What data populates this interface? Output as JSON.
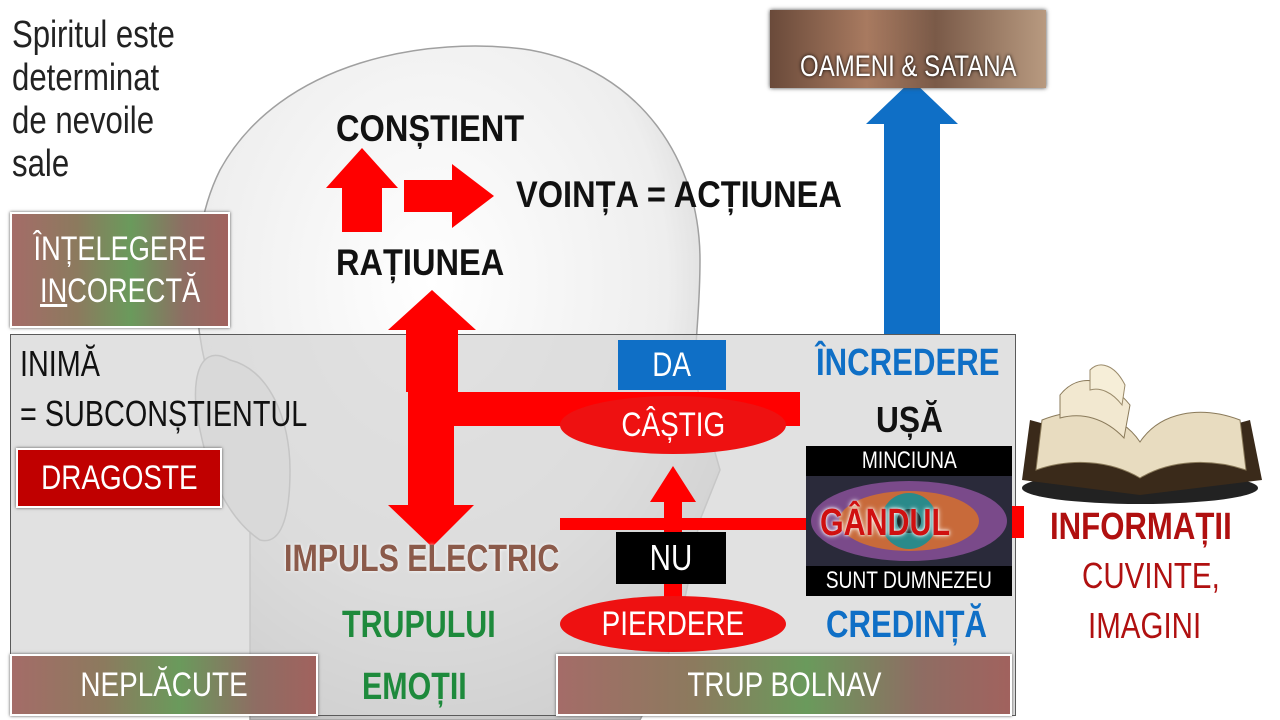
{
  "intro_text": [
    "Spiritul este",
    "determinat",
    "de nevoile",
    "sale"
  ],
  "box_intelegere": {
    "line1": "ÎNȚELEGERE",
    "line2_underlined": "IN",
    "line2_rest": "CORECTĂ"
  },
  "constient": "CONȘTIENT",
  "vointa": "VOINȚA  = ACȚIUNEA",
  "ratiunea": "RAȚIUNEA",
  "top_box": "OAMENI & SATANA",
  "inima": "INIMĂ",
  "subconstientul": "= SUBCONȘTIENTUL",
  "dragoste": "DRAGOSTE",
  "da": "DA",
  "castig": "CÂȘTIG",
  "incredere": "ÎNCREDERE",
  "usa": "UȘĂ",
  "minciuna": "MINCIUNA",
  "gandul": "GÂNDUL",
  "sunt_dumnezeu": "SUNT DUMNEZEU",
  "nu": "NU",
  "impuls": "IMPULS ELECTRIC",
  "trupului": "TRUPULUI",
  "pierdere": "PIERDERE",
  "credinta": "CREDINȚĂ",
  "informatii": "INFORMAȚII",
  "cuvinte": "CUVINTE,",
  "imagini": "IMAGINI",
  "neplacute": "NEPLĂCUTE",
  "emotii": "EMOȚII",
  "trup_bolnav": "TRUP BOLNAV",
  "colors": {
    "red": "#ff0000",
    "blue": "#0f6fc6",
    "green": "#1e8a3c",
    "brown": "#8b5a4a",
    "dark_red": "#c00000"
  }
}
